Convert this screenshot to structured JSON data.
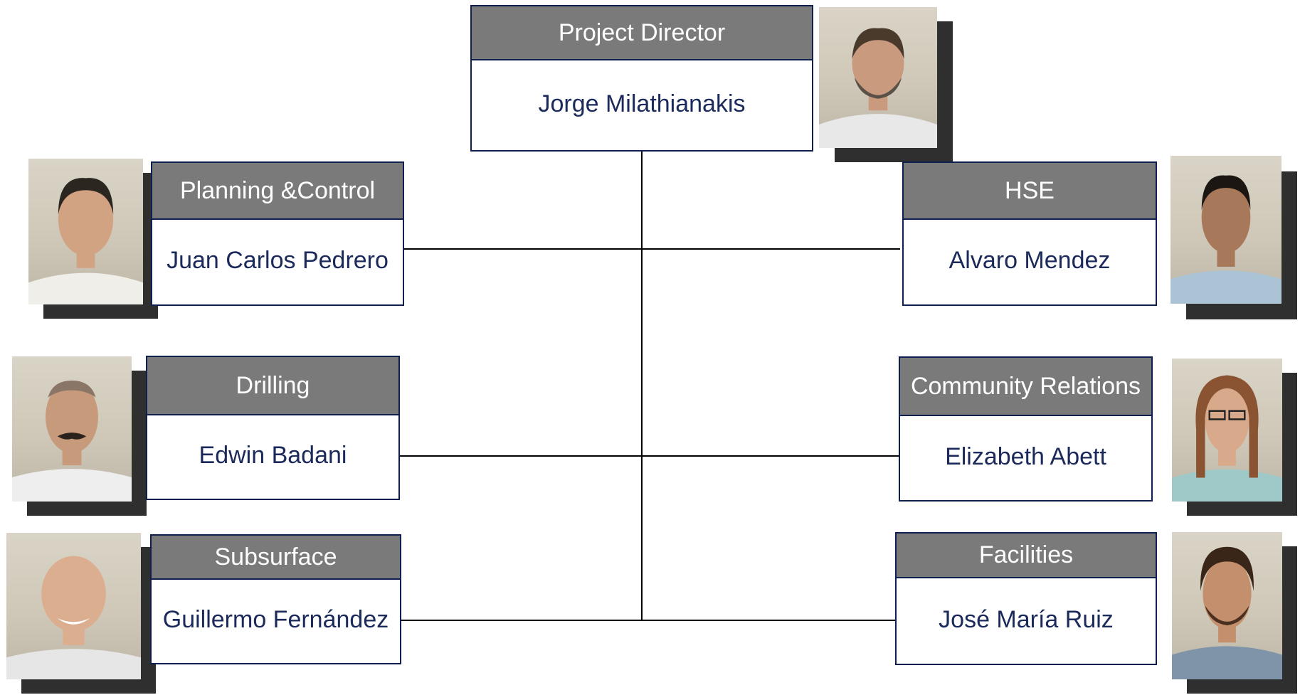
{
  "director": {
    "role": "Project  Director",
    "name": "Jorge Milathianakis"
  },
  "members": [
    {
      "role": "Planning &Control",
      "name": "Juan Carlos Pedrero"
    },
    {
      "role": "HSE",
      "name": "Alvaro Mendez"
    },
    {
      "role": "Drilling",
      "name": "Edwin Badani"
    },
    {
      "role": "Community Relations",
      "name": "Elizabeth Abett"
    },
    {
      "role": "Subsurface",
      "name": "Guillermo Fernández"
    },
    {
      "role": "Facilities",
      "name": "José María Ruiz"
    }
  ],
  "colors": {
    "title_bg": "#7a7a7a",
    "border": "#0f1f4f",
    "name_text": "#1b2a5a",
    "shadow": "#2f2f2f"
  }
}
